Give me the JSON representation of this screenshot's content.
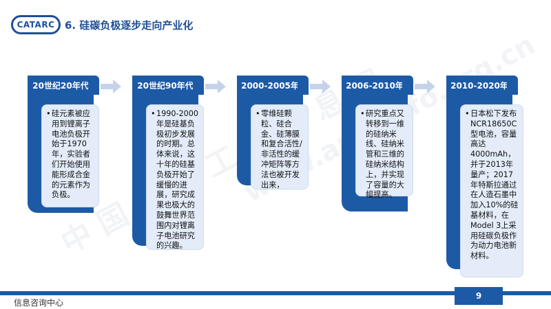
{
  "header": {
    "logo_text": "CATARC",
    "title": "6. 硅碳负极逐步走向产业化"
  },
  "watermarks": [
    "中 国 汽 车 工 业 信 息 网",
    "www.autoinfo.org.cn"
  ],
  "timeline": [
    {
      "period": "20世纪20年代",
      "bullet": "硅元素被应用到锂离子电池负极开始于1970年，实验者们开始使用能形成合金的元素作为负极。"
    },
    {
      "period": "20世纪90年代",
      "bullet": "1990-2000年是硅基负极初步发展的时期。总体来说，这十年的硅基负极开始了缓慢的进展，研究成果也极大的鼓舞世界范围内对锂离子电池研究的兴趣。"
    },
    {
      "period": "2000-2005年",
      "bullet": "零维硅颗粒、硅合金、硅薄膜和复合活性/非活性的缓冲矩阵等方法也被开发出来，"
    },
    {
      "period": "2006-2010年",
      "bullet": "研究重点又转移到一维的硅纳米线、硅纳米管和三维的硅纳米结构上，并实现了容量的大幅提高。"
    },
    {
      "period": "2010-2020年",
      "bullet": "日本松下发布NCR18650C型电池，容量高达4000mAh，并于2013年量产；2017年特斯拉通过在人造石墨中加入10%的硅基材料，在Model 3上采用硅碳负极作为动力电池新材料。"
    }
  ],
  "footer": {
    "left_text": "信息咨询中心",
    "page_number": "9"
  },
  "colors": {
    "primary": "#1d5aa6",
    "card_bg": "#e3ecf8",
    "arrow": "#c5d3ea"
  }
}
